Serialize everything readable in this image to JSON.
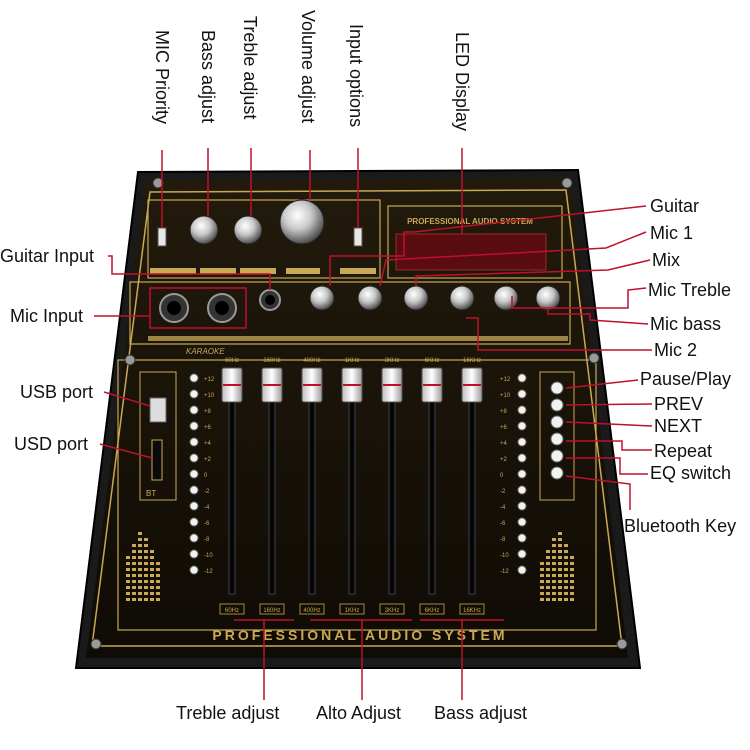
{
  "panel": {
    "top_title": "PROFESSIONAL AUDIO SYSTEM",
    "bottom_title": "PROFESSIONAL   AUDIO   SYSTEM",
    "brand": "KARAOKE",
    "bt_label": "BT",
    "led_value": ""
  },
  "top_labels": [
    "MIC Priority",
    "Bass adjust",
    "Treble adjust",
    "Volume adjust",
    "Input options",
    "LED Display"
  ],
  "left_labels": [
    "Guitar Input",
    "Mic Input",
    "USB port",
    "USD port"
  ],
  "right_labels": [
    "Guitar",
    "Mic 1",
    "Mix",
    "Mic Treble",
    "Mic bass",
    "Mic 2",
    "Pause/Play",
    "PREV",
    "NEXT",
    "Repeat",
    "EQ switch",
    "Bluetooth Key"
  ],
  "bottom_labels": [
    "Treble adjust",
    "Alto Adjust",
    "Bass adjust"
  ],
  "eq_bands": [
    "60Hz",
    "160Hz",
    "400Hz",
    "1KHz",
    "3KHz",
    "6KHz",
    "16KHz"
  ],
  "db_scale": [
    "+12",
    "+10",
    "+8",
    "+6",
    "+4",
    "+2",
    "0",
    "-2",
    "-4",
    "-6",
    "-8",
    "-10",
    "-12"
  ],
  "colors": {
    "panel": "#141008",
    "gold": "#c9a955",
    "line": "#c0102a",
    "text": "#111111"
  }
}
